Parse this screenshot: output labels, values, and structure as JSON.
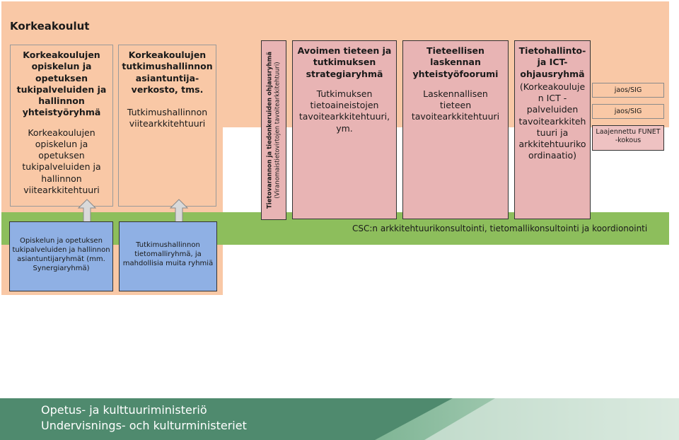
{
  "title": "Korkeakoulut",
  "left_boxes": [
    {
      "bold": [
        "Korkeakoulujen",
        "opiskelun ja",
        "opetuksen",
        "tukipalveluiden ja",
        "hallinnon",
        "yhteistyöryhmä"
      ],
      "normal": [
        "Korkeakoulujen",
        "opiskelun ja",
        "opetuksen",
        "tukipalveluiden ja",
        "hallinnon",
        "viitearkkitehtuuri"
      ]
    },
    {
      "bold": [
        "Korkeakoulujen",
        "tutkimushallinnon",
        "asiantuntija-",
        "verkosto, tms."
      ],
      "normal": [
        "Tutkimushallinnon",
        "viitearkkitehtuuri"
      ]
    }
  ],
  "blue_boxes": [
    {
      "lines": [
        "Opiskelun ja opetuksen",
        "tukipalveluiden ja hallinnon",
        "asiantuntijaryhmät (mm.",
        "Synergiaryhmä)"
      ]
    },
    {
      "lines": [
        "Tutkimushallinnon",
        "tietomalliryhmä, ja",
        "mahdollisia muita ryhmiä"
      ]
    }
  ],
  "vertical_box": {
    "line1": "Tietovarannon ja tiedonkeruiden ohjausryhmä",
    "line2": "(Viranomaistietovirtojen tavoitearkkitehtuuri)"
  },
  "pink_boxes": [
    {
      "bold": [
        "Avoimen tieteen ja",
        "tutkimuksen",
        "strategiaryhmä"
      ],
      "normal": [
        "Tutkimuksen",
        "tietoaineistojen",
        "tavoitearkkitehtuuri,",
        "ym."
      ]
    },
    {
      "bold": [
        "Tieteellisen",
        "laskennan",
        "yhteistyöfoorumi"
      ],
      "normal": [
        "Laskennallisen",
        "tieteen",
        "tavoitearkkitehtuuri"
      ]
    },
    {
      "bold": [
        "Tietohallinto-",
        "ja ICT-",
        "ohjausryhmä"
      ],
      "normal": [
        "(Korkeakouluje",
        "n ICT -",
        "palveluiden",
        "tavoitearkkiteh",
        "tuuri ja",
        "arkkitehtuuriko",
        "ordinaatio)"
      ]
    }
  ],
  "small_boxes": [
    {
      "label": "jaos/SIG"
    },
    {
      "label": "jaos/SIG"
    },
    {
      "lines": [
        "Laajennettu FUNET",
        "-kokous"
      ]
    }
  ],
  "csc_text": "CSC:n arkkitehtuurikonsultointi, tietomallikonsultointi ja koordionointi",
  "footer": {
    "line_fi": "Opetus- ja kulttuuriministeriö",
    "line_sv": "Undervisnings- och kulturministeriet"
  },
  "colors": {
    "orange_bg": "#f9c8a6",
    "green_band": "#8dbe5c",
    "pink_box": "#e8b4b4",
    "blue_box": "#8fb0e4",
    "footer_green": "#4f8a6e"
  }
}
